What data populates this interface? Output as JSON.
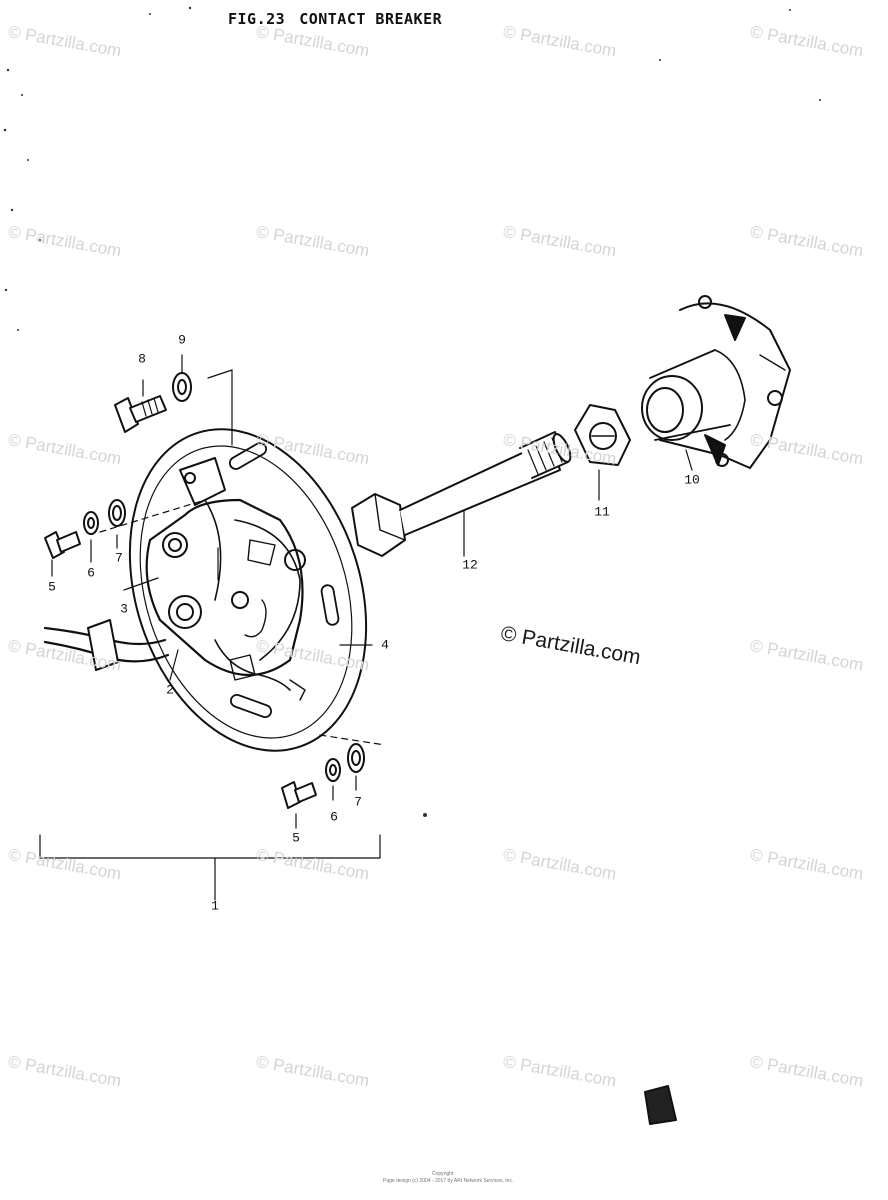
{
  "title": {
    "fig": "FIG.23",
    "name": "CONTACT BREAKER"
  },
  "watermark": "© Partzilla.com",
  "callouts": {
    "n1": "1",
    "n2": "2",
    "n3": "3",
    "n4": "4",
    "n5a": "5",
    "n5b": "5",
    "n6a": "6",
    "n6b": "6",
    "n7a": "7",
    "n7b": "7",
    "n8": "8",
    "n9": "9",
    "n10": "10",
    "n11": "11",
    "n12": "12"
  },
  "footer": {
    "line1": "Copyright",
    "line2": "Page design (c) 2004 - 2017 by ARI Network Services, Inc."
  }
}
